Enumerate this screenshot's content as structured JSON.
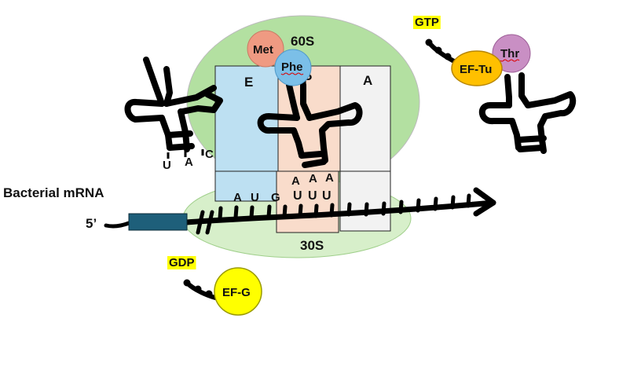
{
  "subunits": {
    "large": "60S",
    "small": "30S"
  },
  "sites": {
    "e": "E",
    "p": "P",
    "a": "A"
  },
  "mrna": {
    "label": "Bacterial mRNA",
    "five_prime": "5’",
    "codon_e": [
      "A",
      "U",
      "G"
    ],
    "codon_p": [
      "U",
      "U",
      "U"
    ]
  },
  "anticodons": {
    "exiting_trna": [
      "U",
      "A",
      "C"
    ],
    "p_site_trna": [
      "A",
      "A",
      "A"
    ]
  },
  "amino_acids": {
    "met": "Met",
    "phe": "Phe",
    "thr": "Thr"
  },
  "factors": {
    "ef_tu": "EF-Tu",
    "ef_g": "EF-G",
    "gtp": "GTP",
    "gdp": "GDP"
  },
  "colors": {
    "large_subunit": "#b3e0a1",
    "small_subunit": "#d7efca",
    "e_site": "#bde0f2",
    "p_site": "#f9dccb",
    "a_site": "#f2f2f2",
    "met": "#ef9a82",
    "phe": "#7bbfe8",
    "thr": "#c98fc4",
    "ef_tu": "#ffc000",
    "ef_g": "#ffff00",
    "highlight": "#ffff00",
    "utr_box": "#1e5f7a"
  }
}
